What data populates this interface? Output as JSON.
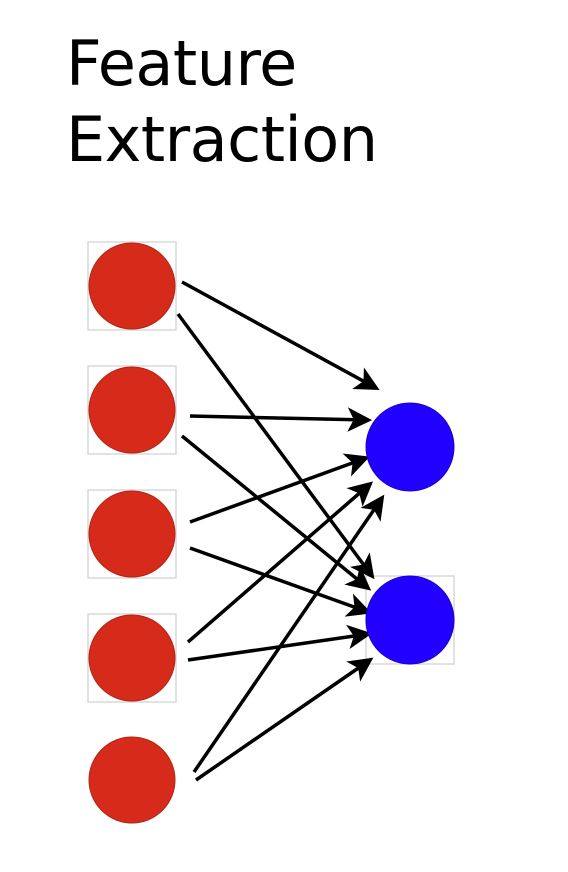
{
  "title": {
    "line1": "Feature",
    "line2": "Extraction"
  },
  "colors": {
    "input_node": "#d62b1a",
    "output_node": "#2200ff",
    "edge": "#000000",
    "node_border": "#d8d8d8"
  },
  "diagram": {
    "input_nodes": [
      "input-node-1",
      "input-node-2",
      "input-node-3",
      "input-node-4",
      "input-node-5"
    ],
    "output_nodes": [
      "output-node-1",
      "output-node-2"
    ],
    "connections": "fully-connected"
  }
}
